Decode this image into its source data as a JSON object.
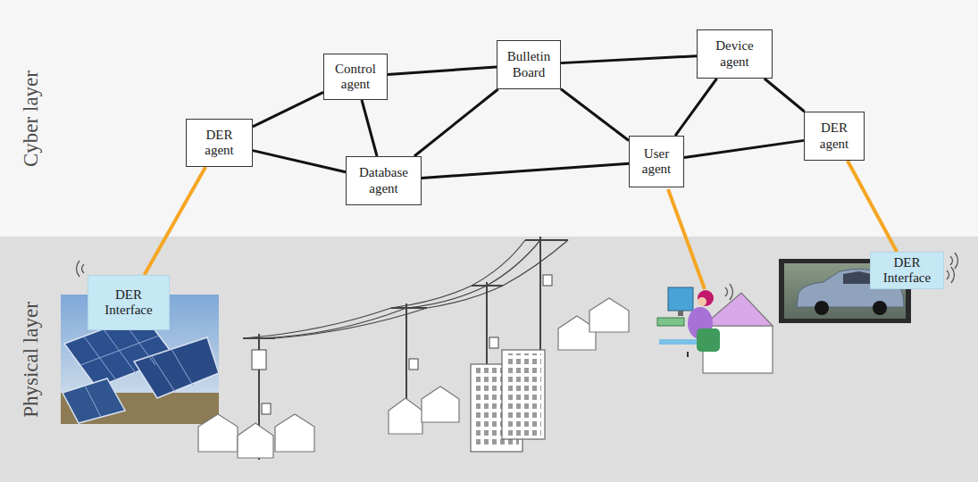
{
  "diagram": {
    "nodes": [
      {
        "text": [
          "Cyber layer"
        ]
      },
      {
        "text": [
          "DER agent"
        ],
        "in": 0
      },
      {
        "text": [
          "Control agent"
        ],
        "in": 0
      },
      {
        "text": [
          "Bulletin Board"
        ],
        "in": 0
      },
      {
        "text": [
          "Device agent"
        ],
        "in": 0
      },
      {
        "text": [
          "DER agent"
        ],
        "in": 0
      },
      {
        "text": [
          "Database agent"
        ],
        "in": 0
      },
      {
        "text": [
          "User agent"
        ],
        "in": 0
      },
      {
        "text": [
          "Physical layer"
        ]
      },
      {
        "text": [
          "DER Interface"
        ],
        "in": 8
      },
      {
        "text": [
          "DER Interface"
        ],
        "in": 8
      }
    ],
    "edges": [
      {
        "from": 1,
        "to": 2,
        "arrow": "none"
      },
      {
        "from": 1,
        "to": 6,
        "arrow": "none"
      },
      {
        "from": 2,
        "to": 6,
        "arrow": "none"
      },
      {
        "from": 2,
        "to": 3,
        "arrow": "none"
      },
      {
        "from": 3,
        "to": 6,
        "arrow": "none"
      },
      {
        "from": 3,
        "to": 4,
        "arrow": "none"
      },
      {
        "from": 3,
        "to": 7,
        "arrow": "none"
      },
      {
        "from": 6,
        "to": 7,
        "arrow": "none"
      },
      {
        "from": 7,
        "to": 4,
        "arrow": "none"
      },
      {
        "from": 7,
        "to": 5,
        "arrow": "none"
      },
      {
        "from": 4,
        "to": 5,
        "arrow": "none"
      },
      {
        "from": 1,
        "to": 9,
        "arrow": "none"
      },
      {
        "from": 5,
        "to": 10,
        "arrow": "none"
      }
    ]
  }
}
